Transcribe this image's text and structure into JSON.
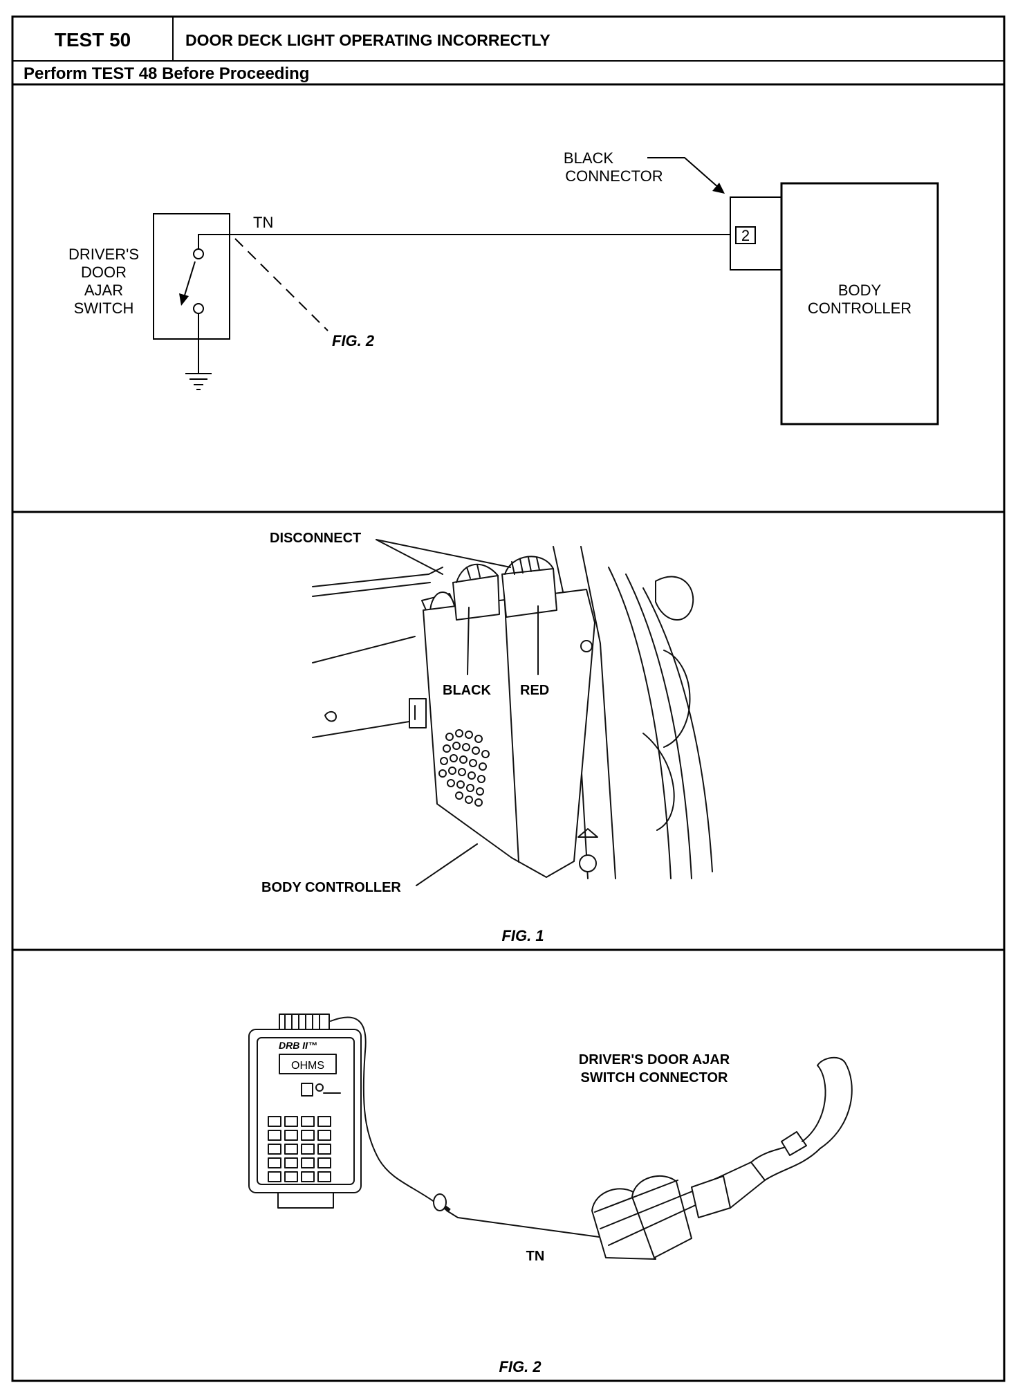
{
  "header": {
    "test_number": "TEST 50",
    "test_title": "DOOR DECK LIGHT OPERATING INCORRECTLY",
    "prerequisite": "Perform TEST 48 Before Proceeding"
  },
  "schematic": {
    "black_connector_line1": "BLACK",
    "black_connector_line2": "CONNECTOR",
    "switch_label_line1": "DRIVER'S",
    "switch_label_line2": "DOOR",
    "switch_label_line3": "AJAR",
    "switch_label_line4": "SWITCH",
    "wire_color": "TN",
    "pin_number": "2",
    "controller_line1": "BODY",
    "controller_line2": "CONTROLLER",
    "fig_reference": "FIG. 2"
  },
  "figure1": {
    "disconnect_label": "DISCONNECT",
    "black_label": "BLACK",
    "red_label": "RED",
    "body_controller_label": "BODY CONTROLLER",
    "caption": "FIG. 1"
  },
  "figure2": {
    "tester_brand": "DRB II™",
    "tester_display": "OHMS",
    "connector_label_line1": "DRIVER'S DOOR AJAR",
    "connector_label_line2": "SWITCH CONNECTOR",
    "wire_label": "TN",
    "caption": "FIG. 2"
  }
}
